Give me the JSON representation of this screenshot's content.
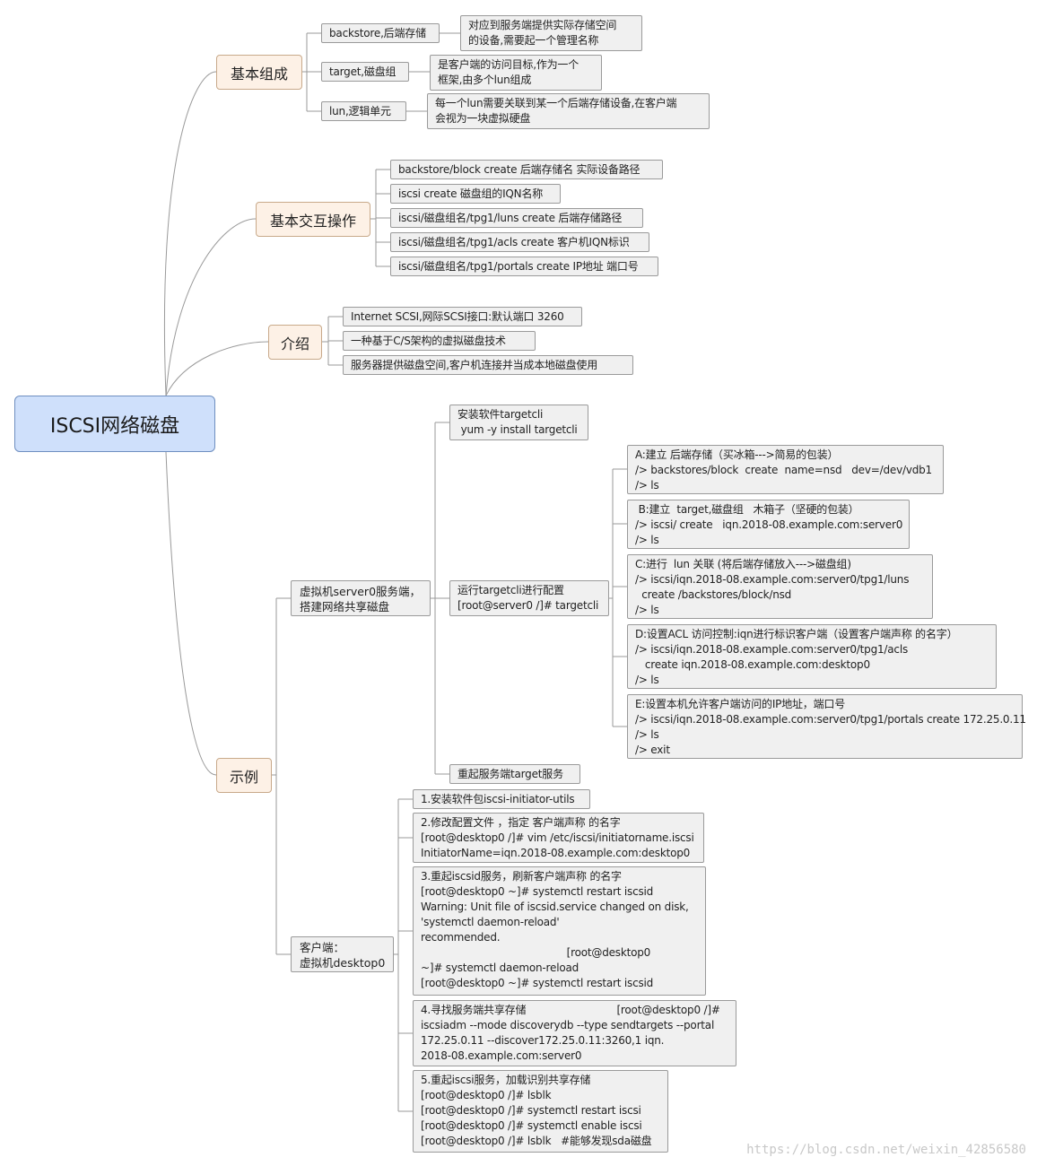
{
  "root": "ISCSI网络磁盘",
  "branches": {
    "basic_components": {
      "label": "基本组成",
      "items": [
        {
          "label": "backstore,后端存储",
          "note": "对应到服务端提供实际存储空间\n的设备,需要起一个管理名称"
        },
        {
          "label": "target,磁盘组",
          "note": "是客户端的访问目标,作为一个\n框架,由多个lun组成"
        },
        {
          "label": "lun,逻辑单元",
          "note": "每一个lun需要关联到某一个后端存储设备,在客户端\n会视为一块虚拟硬盘"
        }
      ]
    },
    "basic_operations": {
      "label": "基本交互操作",
      "items": [
        "backstore/block create 后端存储名 实际设备路径",
        "iscsi create 磁盘组的IQN名称",
        "iscsi/磁盘组名/tpg1/luns create 后端存储路径",
        "iscsi/磁盘组名/tpg1/acls create 客户机IQN标识",
        "iscsi/磁盘组名/tpg1/portals create IP地址 端口号"
      ]
    },
    "introduction": {
      "label": "介绍",
      "items": [
        "Internet SCSI,网际SCSI接口:默认端口 3260",
        "一种基于C/S架构的虚拟磁盘技术",
        "服务器提供磁盘空间,客户机连接并当成本地磁盘使用"
      ]
    },
    "example": {
      "label": "示例",
      "server": {
        "label": "虚拟机server0服务端，\n搭建网络共享磁盘",
        "install": "安装软件targetcli\n yum -y install targetcli",
        "run": "运行targetcli进行配置\n[root@server0 /]# targetcli",
        "restart": "重起服务端target服务",
        "steps": [
          "A:建立 后端存储（买冰箱--->简易的包装）\n/> backstores/block  create  name=nsd   dev=/dev/vdb1\n/> ls",
          " B:建立  target,磁盘组   木箱子（坚硬的包装）\n/> iscsi/ create   iqn.2018-08.example.com:server0\n/> ls",
          "C:进行  lun 关联 (将后端存储放入--->磁盘组)\n/> iscsi/iqn.2018-08.example.com:server0/tpg1/luns\n  create /backstores/block/nsd\n/> ls",
          "D:设置ACL 访问控制:iqn进行标识客户端（设置客户端声称 的名字）\n/> iscsi/iqn.2018-08.example.com:server0/tpg1/acls\n   create iqn.2018-08.example.com:desktop0\n/> ls",
          "E:设置本机允许客户端访问的IP地址，端口号\n/> iscsi/iqn.2018-08.example.com:server0/tpg1/portals create 172.25.0.11\n/> ls\n/> exit"
        ]
      },
      "client": {
        "label": "客户端：\n虚拟机desktop0",
        "steps": [
          "1.安装软件包iscsi-initiator-utils",
          "2.修改配置文件 ，指定 客户端声称 的名字\n[root@desktop0 /]# vim /etc/iscsi/initiatorname.iscsi\nInitiatorName=iqn.2018-08.example.com:desktop0",
          "3.重起iscsid服务，刷新客户端声称 的名字\n[root@desktop0 ~]# systemctl restart iscsid\nWarning: Unit file of iscsid.service changed on disk,\n'systemctl daemon-reload'\nrecommended.\n                                             [root@desktop0\n~]# systemctl daemon-reload\n[root@desktop0 ~]# systemctl restart iscsid",
          "4.寻找服务端共享存储                            [root@desktop0 /]#\niscsiadm --mode discoverydb --type sendtargets --portal\n172.25.0.11 --discover172.25.0.11:3260,1 iqn.\n2018-08.example.com:server0",
          "5.重起iscsi服务，加载识别共享存储\n[root@desktop0 /]# lsblk\n[root@desktop0 /]# systemctl restart iscsi\n[root@desktop0 /]# systemctl enable iscsi\n[root@desktop0 /]# lsblk   #能够发现sda磁盘"
        ]
      }
    }
  },
  "watermark": "https://blog.csdn.net/weixin_42856580",
  "colors": {
    "root_fill": "#cfe0fb",
    "topic_fill": "#fdf1e6",
    "node_fill": "#f0f0f0",
    "line": "#9a9a9a"
  }
}
